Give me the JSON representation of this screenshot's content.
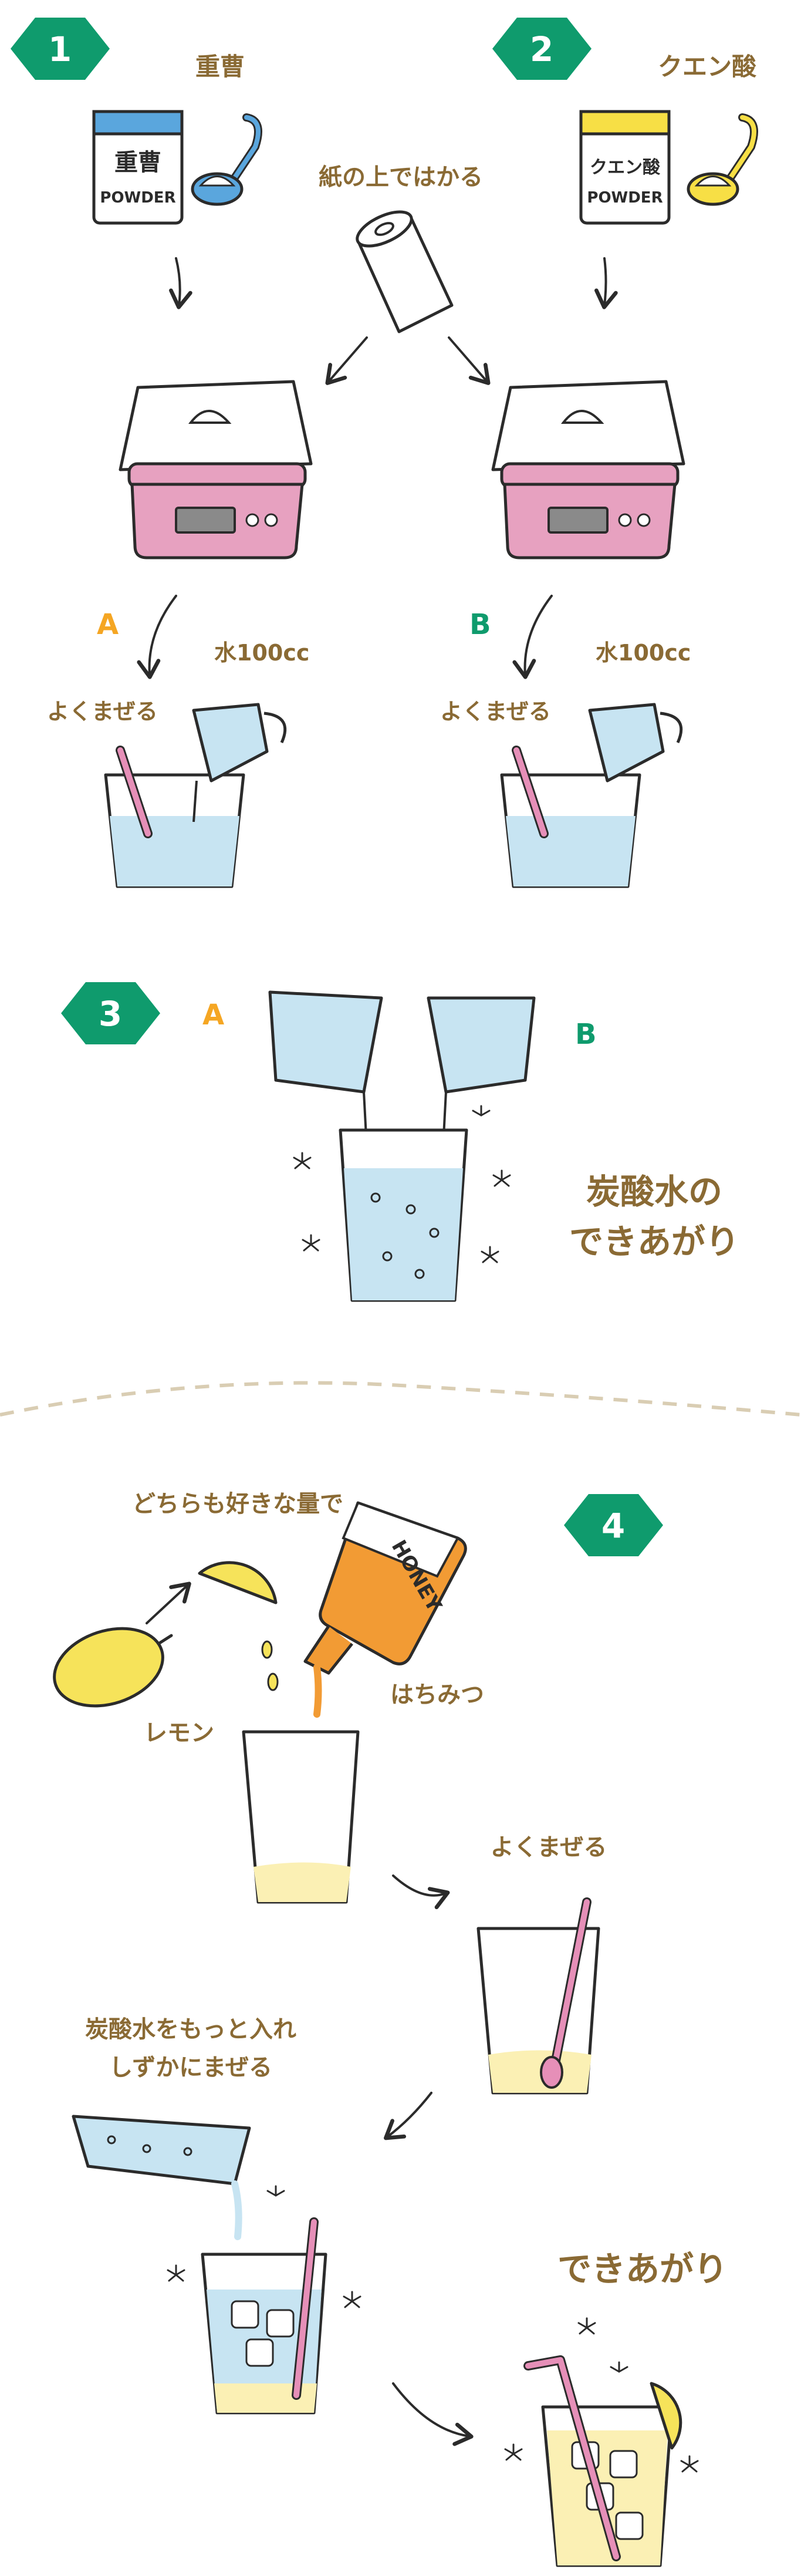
{
  "palette": {
    "green": "#0f9b6d",
    "label_brown": "#8a6a34",
    "letter_A": "#f5a623",
    "letter_B": "#0f9b6d",
    "ink": "#2b2b2b",
    "water": "#c7e4f2",
    "pink": "#e7a1c0",
    "straw_pink": "#e68fb8",
    "lemon": "#f6e35a",
    "honey": "#f29b34",
    "honey_liquid": "#fbf0b4",
    "dashed_divider": "#d9cdb3",
    "baking_soda_lid": "#5aa6dd",
    "citric_acid_lid": "#f7df45"
  },
  "steps": {
    "s1": {
      "number": "1",
      "title": "重曹",
      "package_text_1": "重曹",
      "package_text_2": "POWDER"
    },
    "s2": {
      "number": "2",
      "title": "クエン酸",
      "package_text_1": "クエン酸",
      "package_text_2": "POWDER"
    },
    "s3": {
      "number": "3",
      "result": [
        "炭酸水の",
        "できあがり"
      ]
    },
    "s4": {
      "number": "4"
    }
  },
  "labels": {
    "weigh_on_paper": "紙の上ではかる",
    "letter_a": "A",
    "letter_b": "B",
    "water_a": "水100cc",
    "water_b": "水100cc",
    "stir_a": "よくまぜる",
    "stir_b": "よくまぜる",
    "either_amount": "どちらも好きな量で",
    "lemon": "レモン",
    "honey": "はちみつ",
    "honey_bottle_text": "HONEY",
    "stir_well": "よくまぜる",
    "add_more": [
      "炭酸水をもっと入れ",
      "しずかにまぜる"
    ],
    "done": "できあがり"
  },
  "icons": {
    "step_badge": "hexagon-badge-icon",
    "package": "powder-package-icon",
    "spoon": "measuring-spoon-icon",
    "paper_roll": "paper-roll-icon",
    "scale": "kitchen-scale-icon",
    "cup": "measuring-cup-icon",
    "glass": "glass-icon",
    "lemon": "lemon-icon",
    "honey_bottle": "honey-bottle-icon",
    "arrow": "curved-arrow-icon",
    "sparkle": "fizz-sparkle-icon"
  }
}
